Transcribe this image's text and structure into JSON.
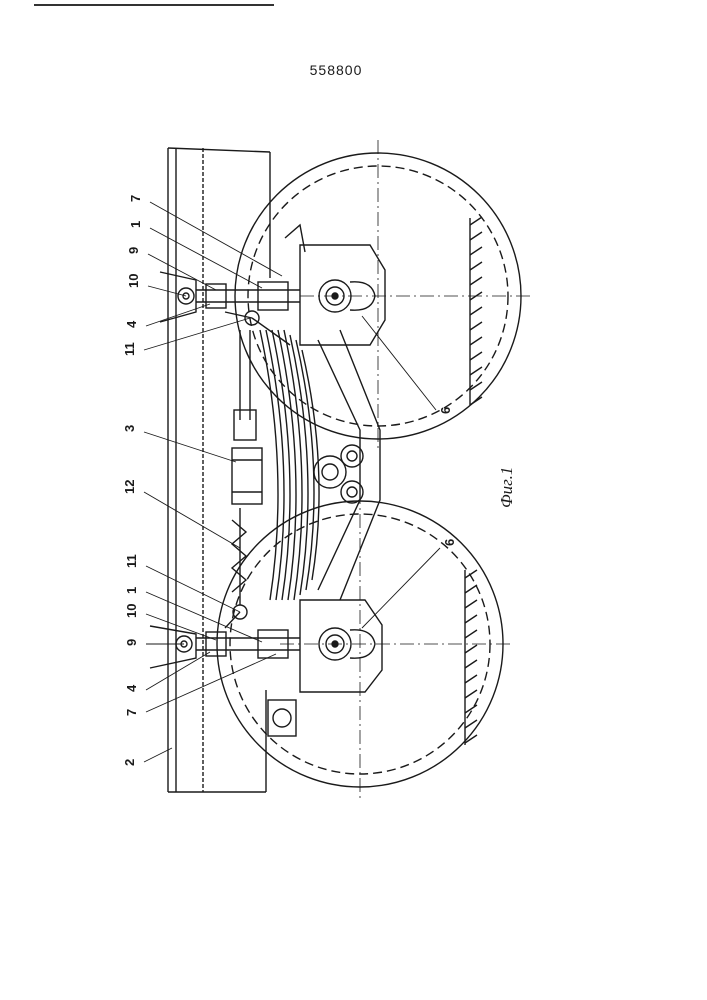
{
  "header": {
    "patent_number": "558800"
  },
  "figure": {
    "caption": "Фиг.1"
  },
  "callouts": [
    {
      "id": "c-7a",
      "text": "7"
    },
    {
      "id": "c-1a",
      "text": "1"
    },
    {
      "id": "c-9a",
      "text": "9"
    },
    {
      "id": "c-10a",
      "text": "10"
    },
    {
      "id": "c-4a",
      "text": "4"
    },
    {
      "id": "c-11a",
      "text": "11"
    },
    {
      "id": "c-3",
      "text": "3"
    },
    {
      "id": "c-12",
      "text": "12"
    },
    {
      "id": "c-11b",
      "text": "11"
    },
    {
      "id": "c-1b",
      "text": "1"
    },
    {
      "id": "c-10b",
      "text": "10"
    },
    {
      "id": "c-9b",
      "text": "9"
    },
    {
      "id": "c-4b",
      "text": "4"
    },
    {
      "id": "c-7b",
      "text": "7"
    },
    {
      "id": "c-2",
      "text": "2"
    },
    {
      "id": "c-6a",
      "text": "6"
    },
    {
      "id": "c-6b",
      "text": "6"
    }
  ]
}
